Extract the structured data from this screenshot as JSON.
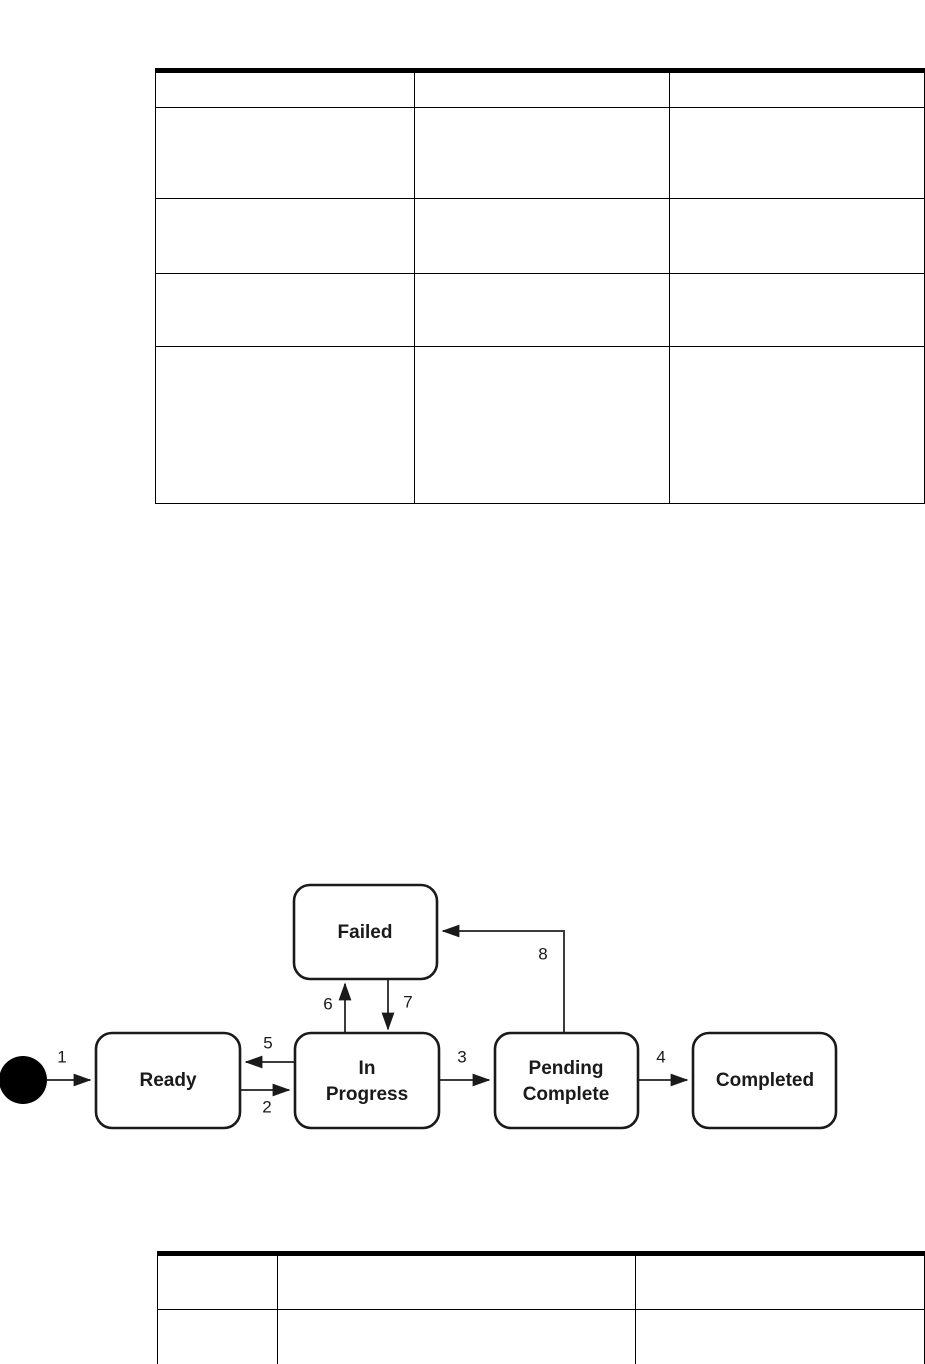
{
  "document": {
    "page_background": "#ffffff",
    "ink_color": "#1a1a1a"
  },
  "table_top": {
    "name": "upper-empty-table",
    "columns": 3,
    "header": [
      "",
      "",
      ""
    ],
    "rows": [
      [
        "",
        "",
        ""
      ],
      [
        "",
        "",
        ""
      ],
      [
        "",
        "",
        ""
      ],
      [
        "",
        "",
        ""
      ]
    ]
  },
  "table_bottom": {
    "name": "lower-empty-table",
    "columns": 3,
    "header": [
      "",
      "",
      ""
    ],
    "rows": [
      [
        "",
        "",
        ""
      ]
    ]
  },
  "diagram": {
    "title": "",
    "type": "uml-state-machine",
    "start_node": {
      "label": "",
      "icon": "filled-circle-start-node"
    },
    "states": [
      {
        "id": "failed",
        "label": "Failed"
      },
      {
        "id": "ready",
        "label": "Ready"
      },
      {
        "id": "in-progress",
        "label": "In\nProgress",
        "line1": "In",
        "line2": "Progress"
      },
      {
        "id": "pending-complete",
        "label": "Pending\nComplete",
        "line1": "Pending",
        "line2": "Complete"
      },
      {
        "id": "completed",
        "label": "Completed"
      }
    ],
    "transitions": [
      {
        "number": "1",
        "from": "start",
        "to": "ready"
      },
      {
        "number": "2",
        "from": "ready",
        "to": "in-progress"
      },
      {
        "number": "3",
        "from": "in-progress",
        "to": "pending-complete"
      },
      {
        "number": "4",
        "from": "pending-complete",
        "to": "completed"
      },
      {
        "number": "5",
        "from": "in-progress",
        "to": "ready"
      },
      {
        "number": "6",
        "from": "in-progress",
        "to": "failed"
      },
      {
        "number": "7",
        "from": "failed",
        "to": "in-progress"
      },
      {
        "number": "8",
        "from": "pending-complete",
        "to": "failed"
      }
    ]
  }
}
